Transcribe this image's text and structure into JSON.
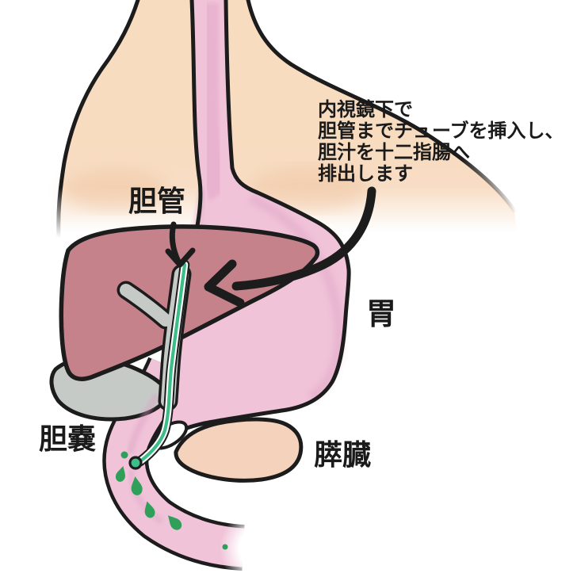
{
  "figure": {
    "annotation": {
      "lines": [
        "内視鏡下で",
        "胆管までチューブを挿入し、",
        "胆汁を十二指腸へ",
        "排出します"
      ]
    },
    "labels": {
      "bile_duct": "胆管",
      "stomach": "胃",
      "gallbladder": "胆嚢",
      "pancreas": "膵臓"
    },
    "colors": {
      "outline": "#1c1c1c",
      "text": "#1a1a1a",
      "skin": "#f8dcc0",
      "skin_shade": "#eec19c",
      "stomach_pink": "#f0c3d8",
      "stomach_shade": "#dc9dc2",
      "esophagus_shade": "#e3a6c8",
      "liver": "#c5828a",
      "organ_gray": "#c6cac7",
      "pancreas": "#f5d2bb",
      "tube_green": "#3dbd88",
      "bile_green": "#2f9f5a"
    }
  }
}
